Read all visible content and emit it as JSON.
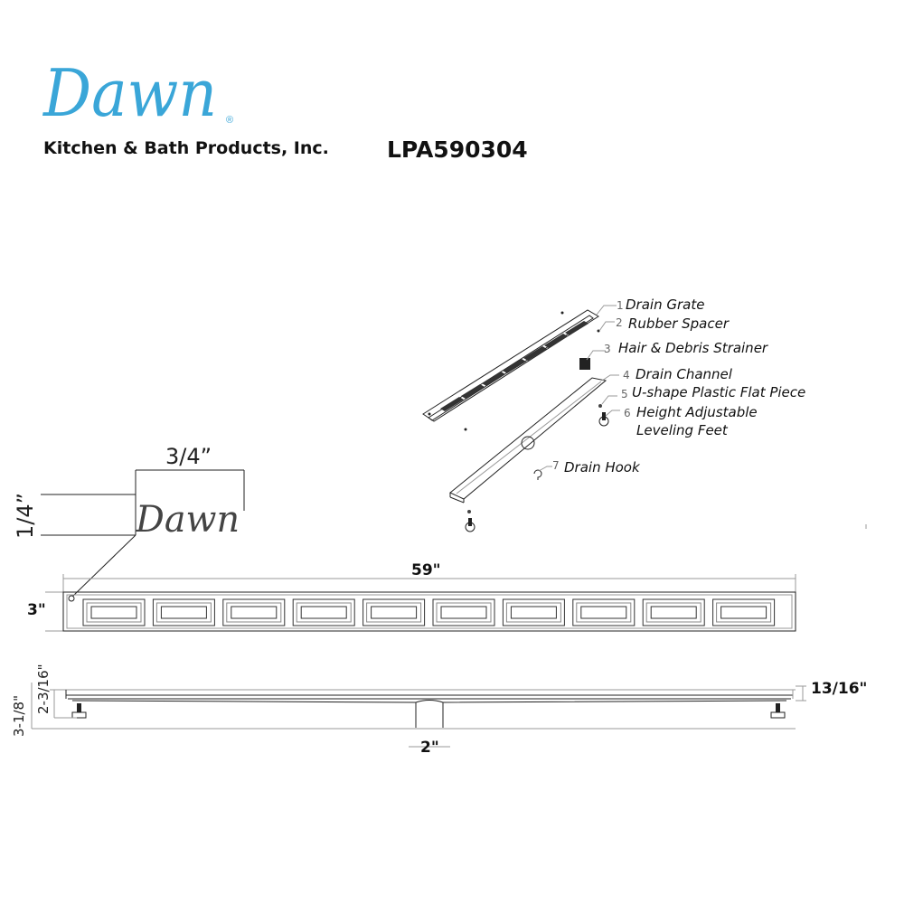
{
  "header": {
    "brand_logo": "Dawn",
    "registered_mark": "®",
    "company": "Kitchen & Bath Products, Inc.",
    "model": "LPA590304"
  },
  "parts": [
    {
      "num": "1",
      "label": "Drain Grate"
    },
    {
      "num": "2",
      "label": "Rubber Spacer"
    },
    {
      "num": "3",
      "label": "Hair & Debris Strainer"
    },
    {
      "num": "4",
      "label": "Drain Channel"
    },
    {
      "num": "5",
      "label": "U-shape Plastic Flat Piece"
    },
    {
      "num": "6",
      "label": "Height Adjustable",
      "label2": "Leveling Feet"
    },
    {
      "num": "7",
      "label": "Drain Hook"
    }
  ],
  "logo_detail": {
    "width": "3/4”",
    "height": "1/4”",
    "engraving": "Dawn"
  },
  "top_view": {
    "length": "59\"",
    "width": "3\""
  },
  "side_view": {
    "total_height": "3-1/8\"",
    "channel_height": "2-3/16\"",
    "outlet": "2\"",
    "grate_height": "13/16\""
  }
}
